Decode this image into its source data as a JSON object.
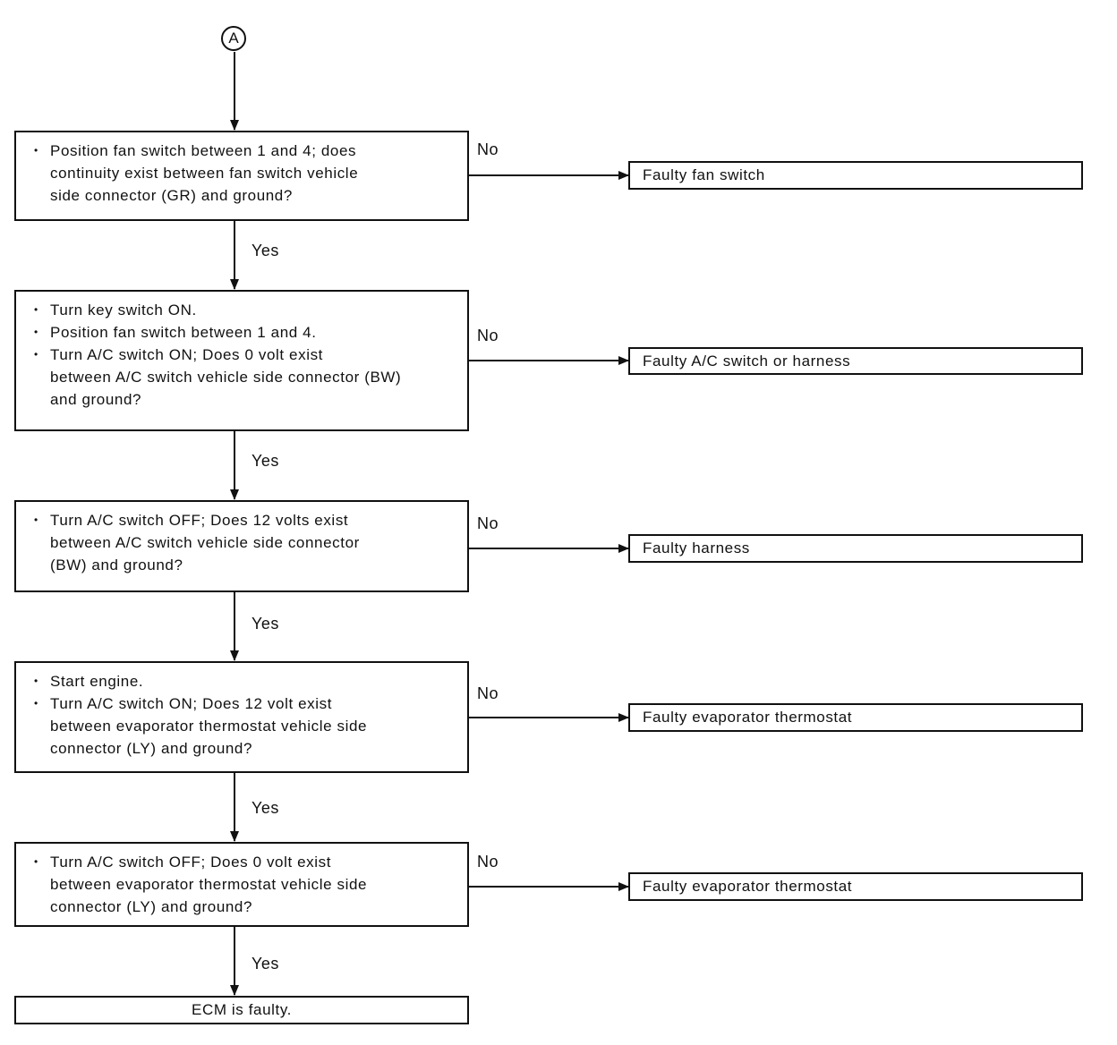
{
  "connector": {
    "label": "A"
  },
  "steps": [
    {
      "lines": [
        {
          "bullet": true,
          "text": "Position fan switch between 1 and 4; does"
        },
        {
          "bullet": false,
          "text": "continuity exist between fan switch vehicle"
        },
        {
          "bullet": false,
          "text": "side connector (GR) and ground?"
        }
      ],
      "no_label": "No",
      "yes_label": "Yes",
      "result": "Faulty fan switch"
    },
    {
      "lines": [
        {
          "bullet": true,
          "text": "Turn key switch ON."
        },
        {
          "bullet": true,
          "text": "Position fan switch between 1 and 4."
        },
        {
          "bullet": true,
          "text": "Turn A/C switch ON; Does 0 volt exist"
        },
        {
          "bullet": false,
          "text": "between A/C switch vehicle side connector (BW)"
        },
        {
          "bullet": false,
          "text": "and ground?"
        }
      ],
      "no_label": "No",
      "yes_label": "Yes",
      "result": "Faulty A/C switch or harness"
    },
    {
      "lines": [
        {
          "bullet": true,
          "text": "Turn A/C switch OFF; Does 12 volts exist"
        },
        {
          "bullet": false,
          "text": "between A/C switch vehicle side connector"
        },
        {
          "bullet": false,
          "text": "(BW) and ground?"
        }
      ],
      "no_label": "No",
      "yes_label": "Yes",
      "result": "Faulty harness"
    },
    {
      "lines": [
        {
          "bullet": true,
          "text": "Start engine."
        },
        {
          "bullet": true,
          "text": "Turn A/C switch ON; Does 12 volt exist"
        },
        {
          "bullet": false,
          "text": "between evaporator thermostat vehicle side"
        },
        {
          "bullet": false,
          "text": "connector (LY) and ground?"
        }
      ],
      "no_label": "No",
      "yes_label": "Yes",
      "result": "Faulty evaporator thermostat"
    },
    {
      "lines": [
        {
          "bullet": true,
          "text": "Turn A/C switch OFF; Does 0 volt exist"
        },
        {
          "bullet": false,
          "text": "between evaporator thermostat vehicle side"
        },
        {
          "bullet": false,
          "text": "connector (LY) and ground?"
        }
      ],
      "no_label": "No",
      "yes_label": "Yes",
      "result": "Faulty evaporator thermostat"
    }
  ],
  "final": {
    "text": "ECM is faulty."
  }
}
